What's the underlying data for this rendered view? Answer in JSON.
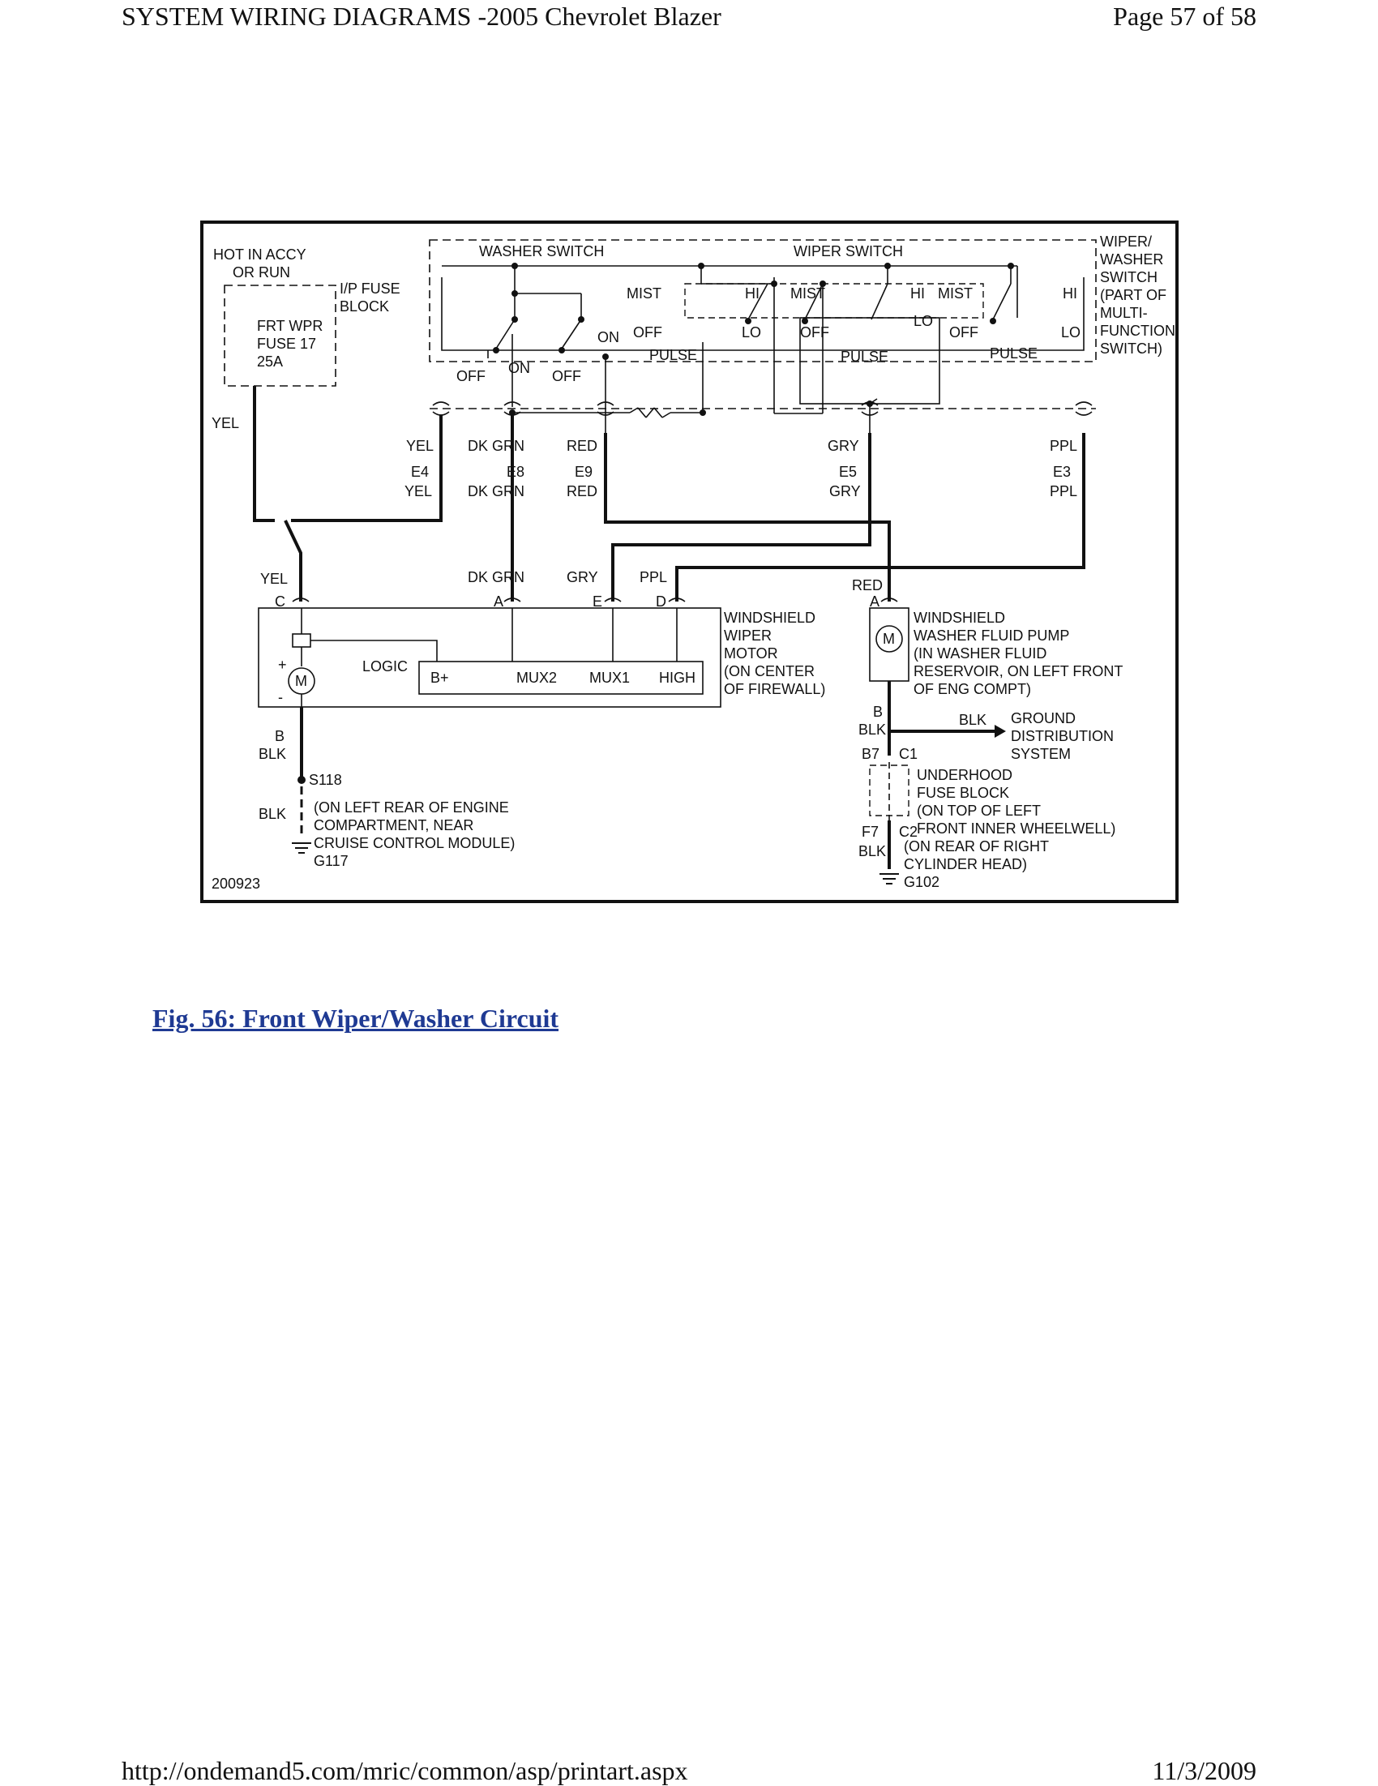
{
  "header": {
    "title": "SYSTEM WIRING DIAGRAMS -2005 Chevrolet Blazer",
    "page": "Page 57 of 58"
  },
  "footer": {
    "url": "http://ondemand5.com/mric/common/asp/printart.aspx",
    "date": "11/3/2009"
  },
  "caption": "Fig. 56: Front Wiper/Washer Circuit",
  "diagram": {
    "id": "200923",
    "hot_label_1": "HOT IN ACCY",
    "hot_label_2": "OR RUN",
    "fuse_block_1": "I/P FUSE",
    "fuse_block_2": "BLOCK",
    "fuse_1": "FRT WPR",
    "fuse_2": "FUSE 17",
    "fuse_3": "25A",
    "washer_switch": "WASHER SWITCH",
    "wiper_switch": "WIPER SWITCH",
    "mfs_1": "WIPER/",
    "mfs_2": "WASHER",
    "mfs_3": "SWITCH",
    "mfs_4": "(PART OF",
    "mfs_5": "MULTI-",
    "mfs_6": "FUNCTION",
    "mfs_7": "SWITCH)",
    "mist": "MIST",
    "hi": "HI",
    "lo": "LO",
    "off": "OFF",
    "on": "ON",
    "pulse": "PULSE",
    "yel": "YEL",
    "dk_grn": "DK GRN",
    "red": "RED",
    "gry": "GRY",
    "ppl": "PPL",
    "blk": "BLK",
    "e4": "E4",
    "e8": "E8",
    "e9": "E9",
    "e5": "E5",
    "e3": "E3",
    "pin_c": "C",
    "pin_a": "A",
    "pin_e": "E",
    "pin_d": "D",
    "pin_b": "B",
    "logic": "LOGIC",
    "b_plus": "B+",
    "mux2": "MUX2",
    "mux1": "MUX1",
    "high": "HIGH",
    "motor_m": "M",
    "plus": "+",
    "minus": "-",
    "wiper_motor_1": "WINDSHIELD",
    "wiper_motor_2": "WIPER",
    "wiper_motor_3": "MOTOR",
    "wiper_motor_4": "(ON CENTER",
    "wiper_motor_5": "OF FIREWALL)",
    "pump_1": "WINDSHIELD",
    "pump_2": "WASHER FLUID PUMP",
    "pump_3": "(IN WASHER FLUID",
    "pump_4": "RESERVOIR, ON LEFT FRONT",
    "pump_5": "OF ENG COMPT)",
    "gnd_1": "GROUND",
    "gnd_2": "DISTRIBUTION",
    "gnd_3": "SYSTEM",
    "s118": "S118",
    "s118_1": "(ON LEFT REAR OF ENGINE",
    "s118_2": "COMPARTMENT, NEAR",
    "s118_3": "CRUISE CONTROL MODULE)",
    "g117": "G117",
    "b7": "B7",
    "c1": "C1",
    "f7": "F7",
    "c2": "C2",
    "uh_1": "UNDERHOOD",
    "uh_2": "FUSE BLOCK",
    "uh_3": "(ON TOP OF LEFT",
    "uh_4": "FRONT INNER WHEELWELL)",
    "g102_1": "(ON REAR OF RIGHT",
    "g102_2": "CYLINDER HEAD)",
    "g102": "G102"
  }
}
